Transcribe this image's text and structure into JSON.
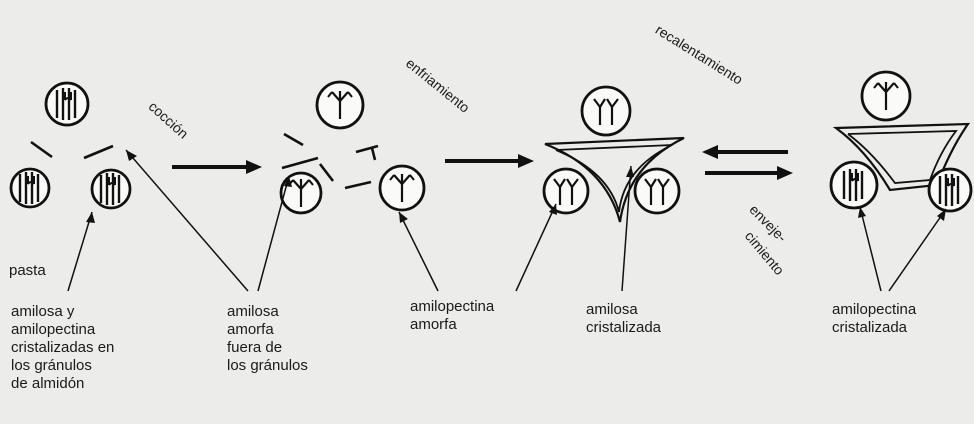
{
  "processes": {
    "coccion": "cocción",
    "enfriamiento": "enfriamiento",
    "recalentamiento": "recalentamiento",
    "envejecimiento_line1": "enveje-",
    "envejecimiento_line2": "cimiento"
  },
  "labels": {
    "pasta": "pasta",
    "amilosa_amilopectina_cristalizadas": [
      "amilosa y",
      "amilopectina",
      "cristalizadas en",
      "los gránulos",
      "de almidón"
    ],
    "amilosa_amorfa": [
      "amilosa",
      "amorfa",
      "fuera de",
      "los gránulos"
    ],
    "amilopectina_amorfa": [
      "amilopectina",
      "amorfa"
    ],
    "amilosa_cristalizada": [
      "amilosa",
      "cristalizada"
    ],
    "amilopectina_cristalizada": [
      "amilopectina",
      "cristalizada"
    ]
  }
}
